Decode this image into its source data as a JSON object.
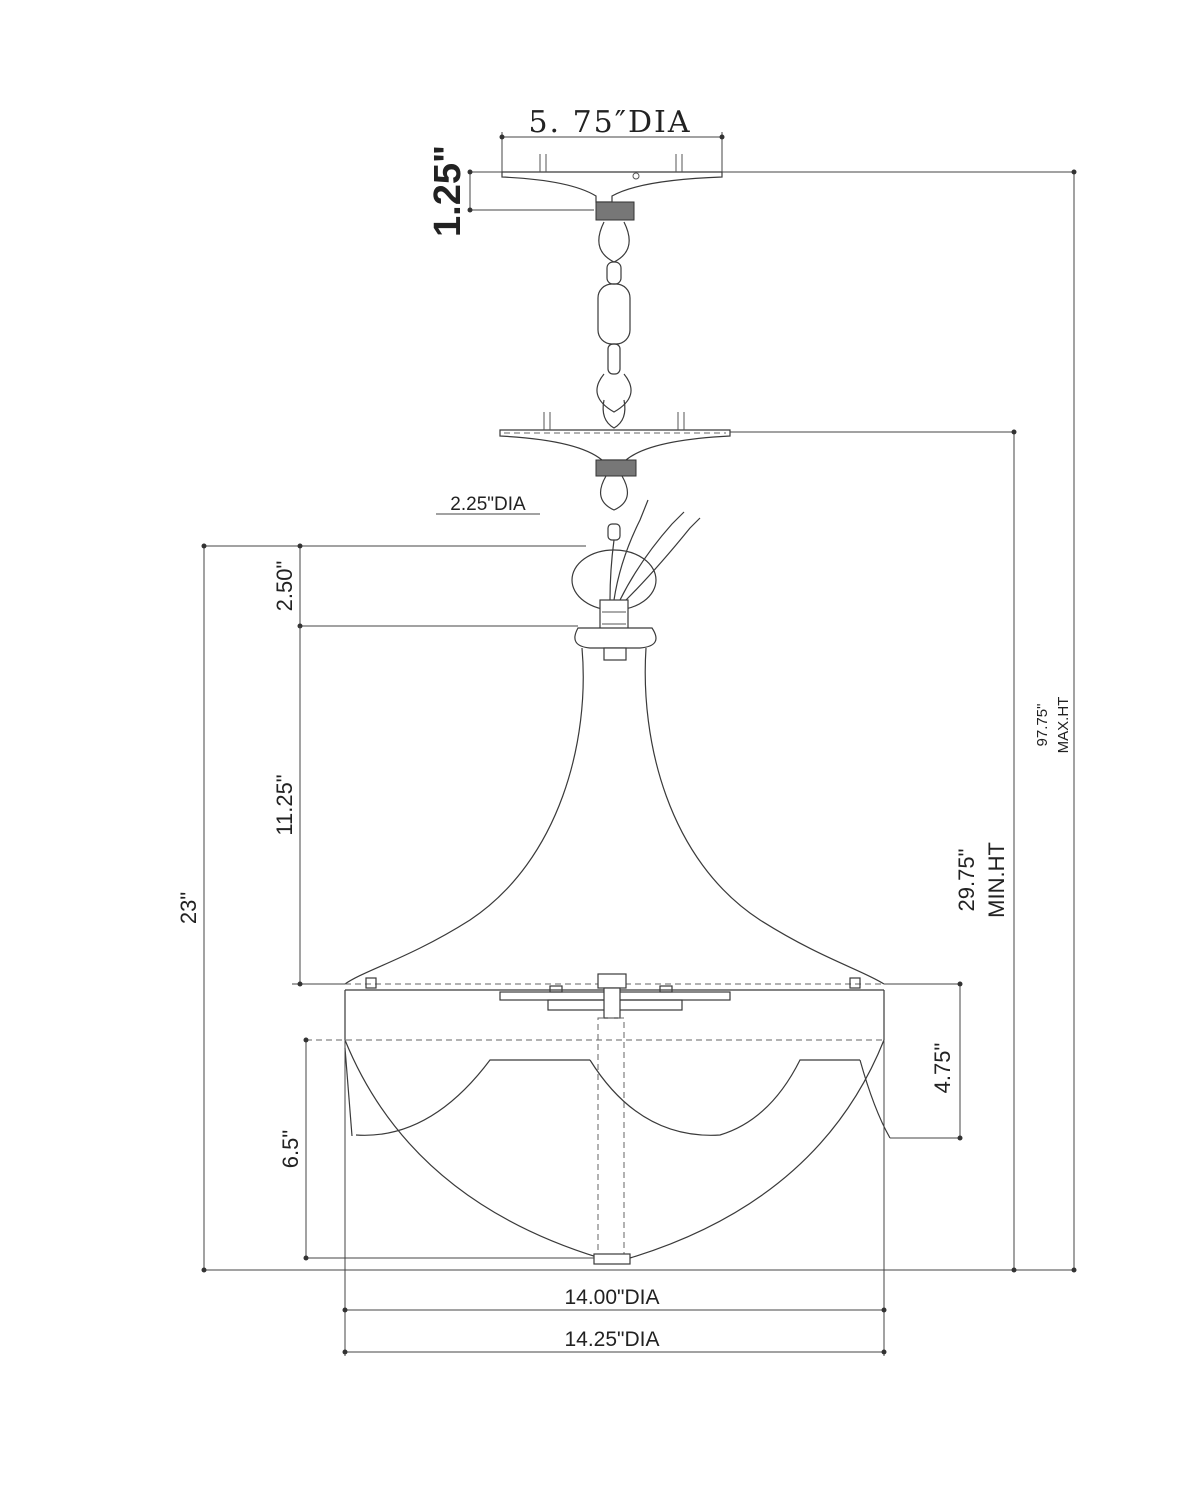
{
  "dimensions": {
    "canopy_dia": "5. 75″DIA",
    "canopy_height": "1.25\"",
    "loop_dia": "2.25\"DIA",
    "loop_height": "2.50\"",
    "neck_height": "11.25\"",
    "body_height": "23\"",
    "bowl_height": "6.5\"",
    "band_height": "4.75\"",
    "min_height_value": "29.75\"",
    "min_height_text": "MIN.HT",
    "max_height_value": "97.75\"",
    "max_height_text": "MAX.HT",
    "inner_dia": "14.00\"DIA",
    "outer_dia": "14.25\"DIA"
  }
}
